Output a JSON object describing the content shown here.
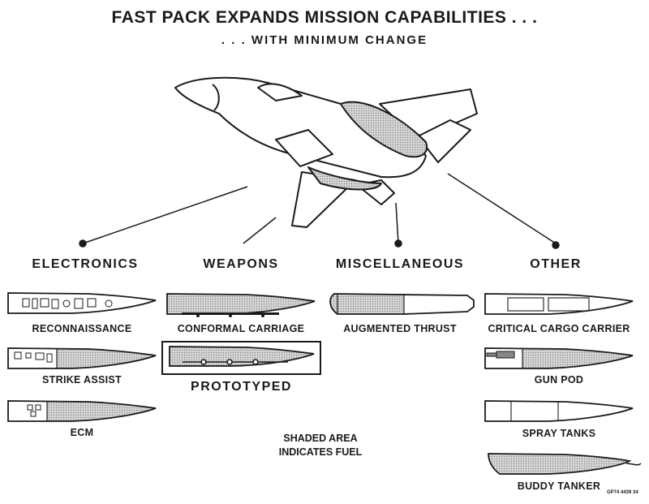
{
  "title": "FAST PACK EXPANDS MISSION CAPABILITIES . . .",
  "subtitle": ". . . WITH MINIMUM CHANGE",
  "categories": {
    "electronics": "ELECTRONICS",
    "weapons": "WEAPONS",
    "miscellaneous": "MISCELLANEOUS",
    "other": "OTHER"
  },
  "electronics_items": [
    "RECONNAISSANCE",
    "STRIKE ASSIST",
    "ECM"
  ],
  "weapons_items": [
    "CONFORMAL CARRIAGE"
  ],
  "weapons_box_label": "PROTOTYPED",
  "misc_items": [
    "AUGMENTED THRUST"
  ],
  "other_items": [
    "CRITICAL CARGO CARRIER",
    "GUN POD",
    "SPRAY TANKS",
    "BUDDY TANKER"
  ],
  "note_line1": "SHADED AREA",
  "note_line2": "INDICATES FUEL",
  "figure_code": "GP74 4439 34",
  "colors": {
    "ink": "#1a1a1a",
    "fuel_shade": "#c8c8c8",
    "paper": "#ffffff"
  }
}
